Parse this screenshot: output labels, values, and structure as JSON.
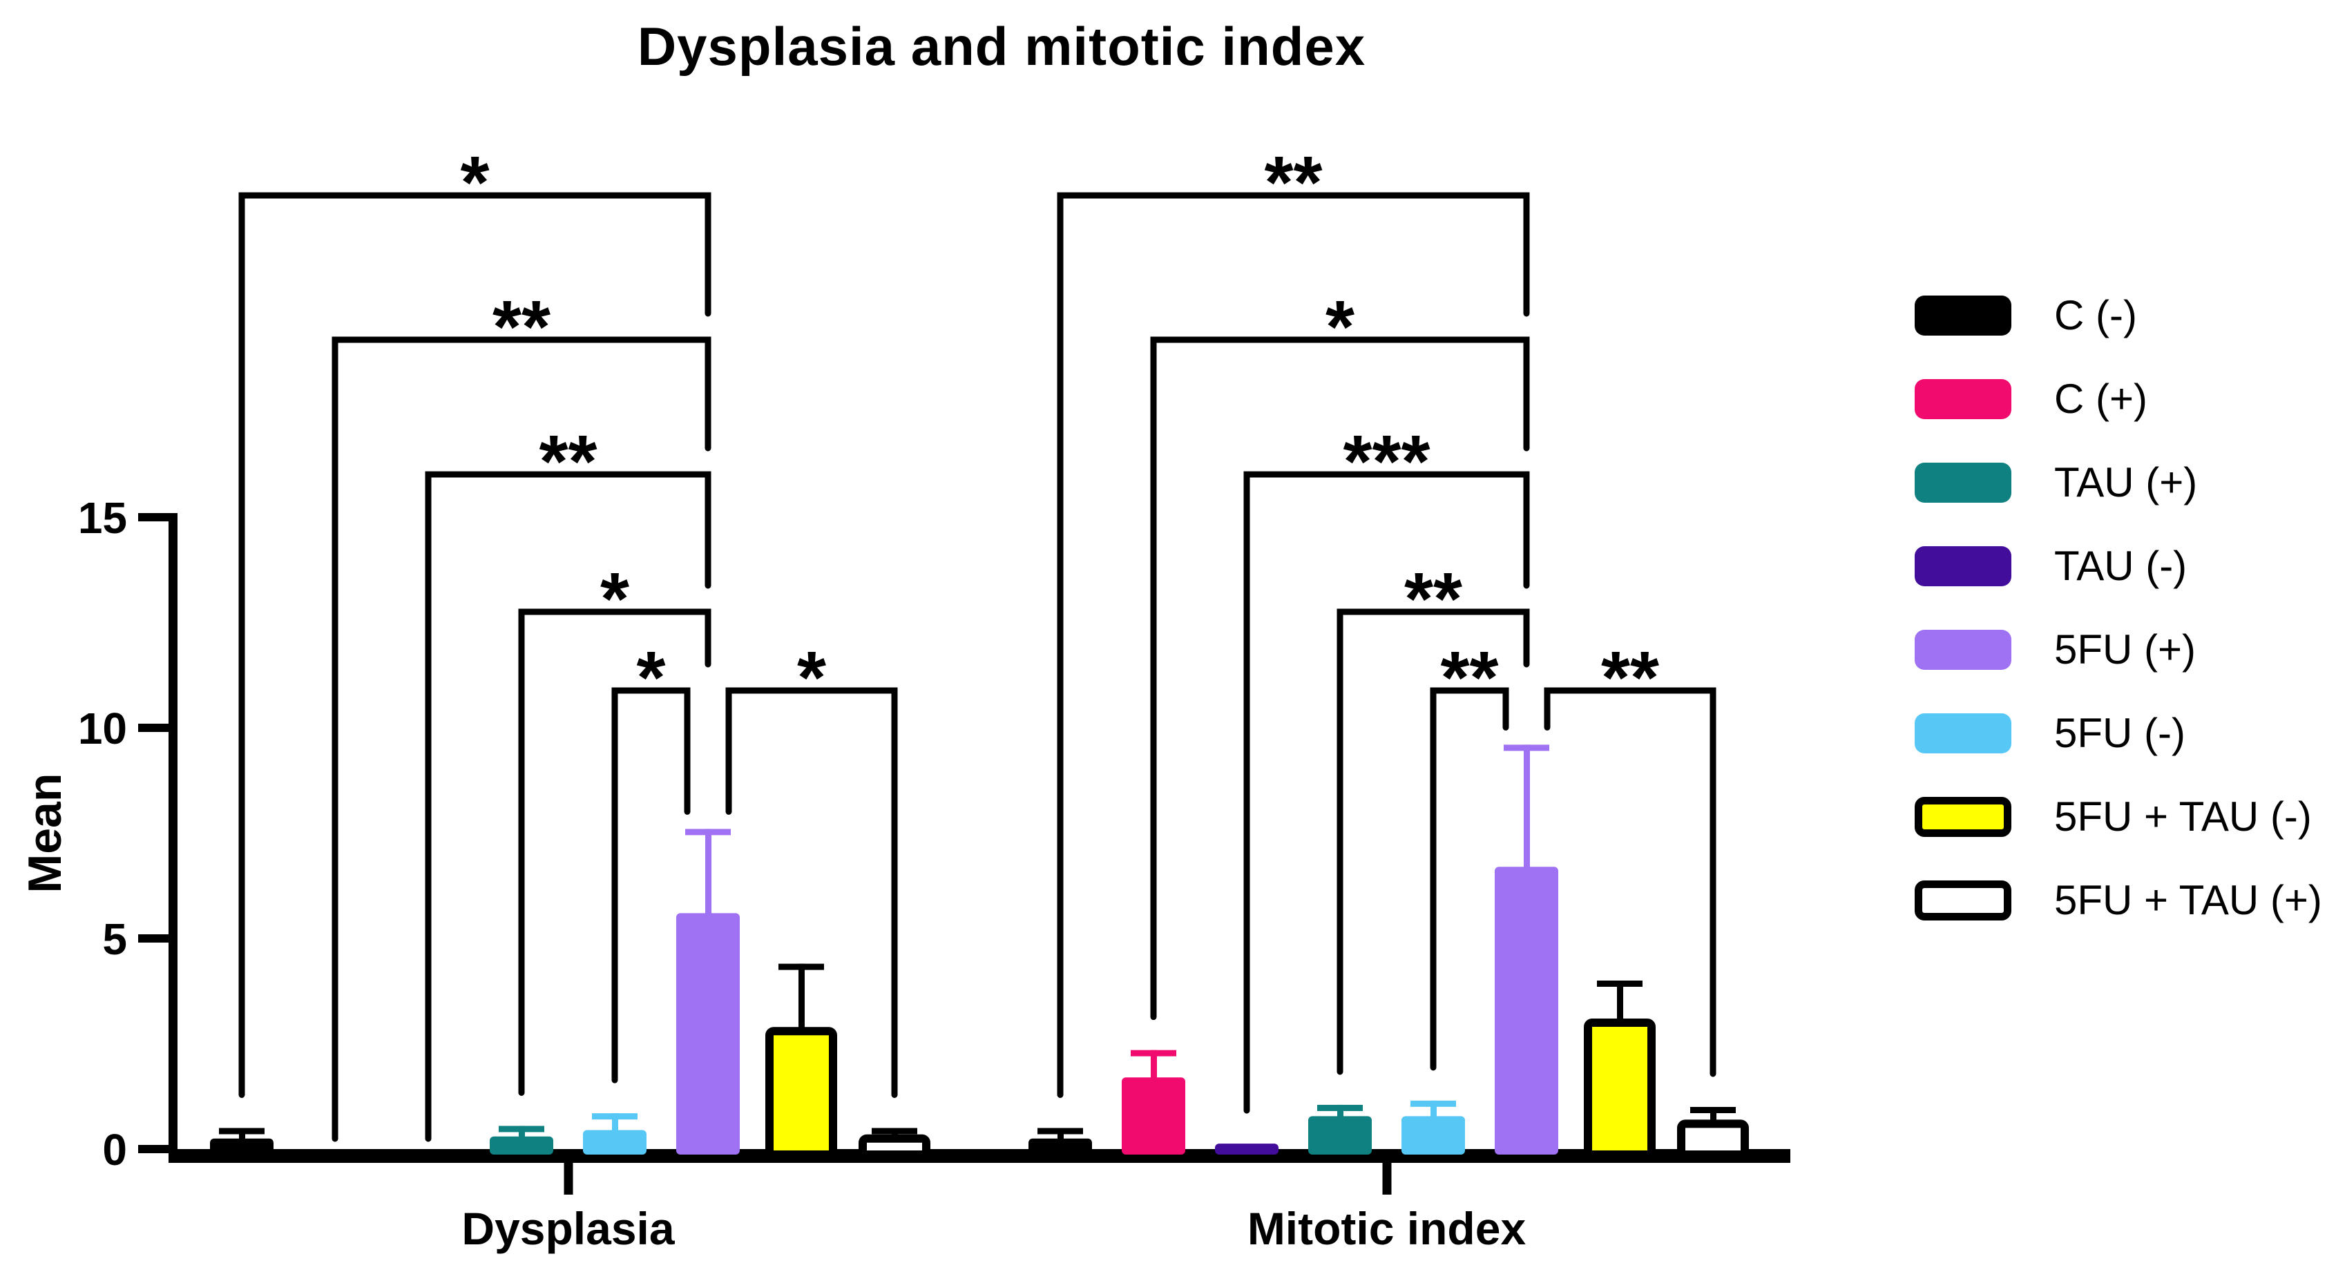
{
  "chart_data": {
    "type": "bar",
    "title": "Dysplasia and mitotic index",
    "ylabel": "Mean",
    "ylim": [
      0,
      15
    ],
    "yticks": [
      0,
      5,
      10,
      15
    ],
    "grid": false,
    "legend_position": "right",
    "categories": [
      "Dysplasia",
      "Mitotic index"
    ],
    "series": [
      {
        "name": "C (-)",
        "color": "#000000",
        "outlined": false,
        "values": [
          0.25,
          0.25
        ],
        "errors": [
          0.25,
          0.25
        ]
      },
      {
        "name": "C (+)",
        "color": "#F10B6E",
        "outlined": false,
        "values": [
          0,
          1.7
        ],
        "errors": [
          0,
          0.65
        ]
      },
      {
        "name": "TAU (-)",
        "color": "#430D9B",
        "outlined": false,
        "values": [
          0,
          0.13
        ],
        "errors": [
          0,
          0
        ]
      },
      {
        "name": "TAU (+)",
        "color": "#0F8180",
        "outlined": false,
        "values": [
          0.3,
          0.78
        ],
        "errors": [
          0.25,
          0.27
        ]
      },
      {
        "name": "5FU (-)",
        "color": "#57C8F5",
        "outlined": false,
        "values": [
          0.45,
          0.78
        ],
        "errors": [
          0.4,
          0.37
        ]
      },
      {
        "name": "5FU (+)",
        "color": "#9F71F3",
        "outlined": false,
        "values": [
          5.6,
          6.7
        ],
        "errors": [
          2.0,
          2.9
        ]
      },
      {
        "name": "5FU + TAU (-)",
        "color": "#FFFF00",
        "outlined": true,
        "values": [
          2.8,
          3.0
        ],
        "errors": [
          1.6,
          1.0
        ]
      },
      {
        "name": "5FU + TAU (+)",
        "color": "#FFFFFF",
        "outlined": true,
        "values": [
          0.25,
          0.6
        ],
        "errors": [
          0.25,
          0.4
        ]
      }
    ],
    "legend": [
      {
        "label": "C (-)",
        "color": "#000000",
        "outlined": false
      },
      {
        "label": "C (+)",
        "color": "#F10B6E",
        "outlined": false
      },
      {
        "label": "TAU (+)",
        "color": "#0F8180",
        "outlined": false
      },
      {
        "label": "TAU (-)",
        "color": "#430D9B",
        "outlined": false
      },
      {
        "label": "5FU (+)",
        "color": "#9F71F3",
        "outlined": false
      },
      {
        "label": "5FU (-)",
        "color": "#57C8F5",
        "outlined": false
      },
      {
        "label": "5FU + TAU (-)",
        "color": "#FFFF00",
        "outlined": true
      },
      {
        "label": "5FU + TAU (+)",
        "color": "#FFFFFF",
        "outlined": true
      }
    ],
    "significance": [
      {
        "group": "Dysplasia",
        "hub": "5FU (+)",
        "comparisons": [
          {
            "a": "C (-)",
            "b": "5FU (+)",
            "stars": "*",
            "tier": 0
          },
          {
            "a": "C (+)",
            "b": "5FU (+)",
            "stars": "**",
            "tier": 1
          },
          {
            "a": "TAU (-)",
            "b": "5FU (+)",
            "stars": "**",
            "tier": 2
          },
          {
            "a": "TAU (+)",
            "b": "5FU (+)",
            "stars": "*",
            "tier": 3
          },
          {
            "a": "5FU (-)",
            "b": "5FU (+)",
            "stars": "*",
            "tier": 4
          },
          {
            "a": "5FU (+)",
            "b": "5FU + TAU (+)",
            "stars": "*",
            "tier": 4
          }
        ]
      },
      {
        "group": "Mitotic index",
        "hub": "5FU (+)",
        "comparisons": [
          {
            "a": "C (-)",
            "b": "5FU (+)",
            "stars": "**",
            "tier": 0
          },
          {
            "a": "C (+)",
            "b": "5FU (+)",
            "stars": "*",
            "tier": 1
          },
          {
            "a": "TAU (-)",
            "b": "5FU (+)",
            "stars": "***",
            "tier": 2
          },
          {
            "a": "TAU (+)",
            "b": "5FU (+)",
            "stars": "**",
            "tier": 3
          },
          {
            "a": "5FU (-)",
            "b": "5FU (+)",
            "stars": "**",
            "tier": 4
          },
          {
            "a": "5FU (+)",
            "b": "5FU + TAU (+)",
            "stars": "**",
            "tier": 4
          }
        ]
      }
    ]
  }
}
